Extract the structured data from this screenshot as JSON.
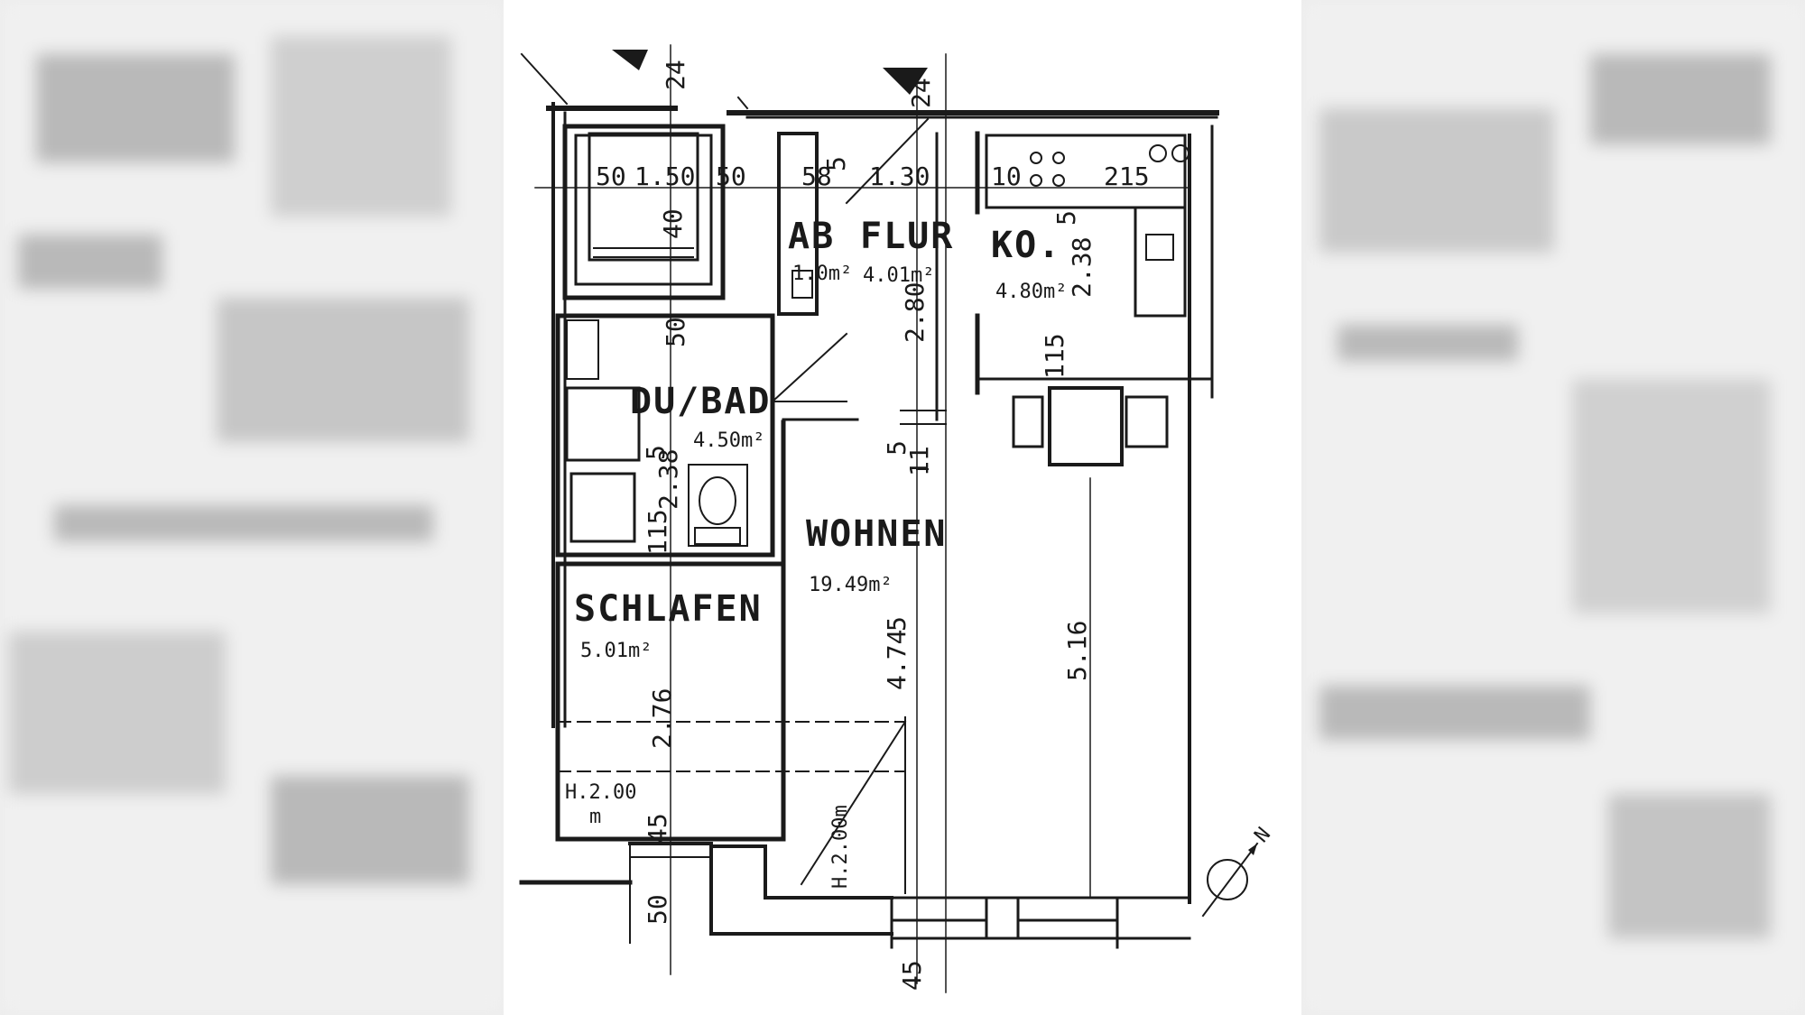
{
  "rooms": {
    "ab": {
      "label": "AB",
      "area": "1.0m²"
    },
    "flur": {
      "label": "FLUR",
      "area": "4.01m²"
    },
    "kochen": {
      "label": "KO.",
      "area": "4.80m²"
    },
    "bad": {
      "label": "DU/BAD",
      "area": "4.50m²"
    },
    "wohnen": {
      "label": "WOHNEN",
      "area": "19.49m²"
    },
    "schlafen": {
      "label": "SCHLAFEN",
      "area": "5.01m²"
    }
  },
  "dimensions": {
    "d_24_a": "24",
    "d_24_b": "24",
    "d_50_a": "50",
    "d_150": "1.50",
    "d_50_b": "50",
    "d_58": "58",
    "d_5_a": "5",
    "d_130": "1.30",
    "d_10": "10",
    "d_215": "215",
    "d_40": "40",
    "d_5_ko": "5",
    "d_238_ko": "2.38",
    "d_280": "2.80",
    "d_50_bad": "50",
    "d_115_right": "115",
    "d_5_bad": "5",
    "d_238_bad": "2.38",
    "d_115_bad": "115",
    "d_5_mid": "5",
    "d_11_mid": "11",
    "d_474": "4.74",
    "d_5_474": "5",
    "d_516": "5.16",
    "d_276": "2.76",
    "d_h200_a": "H.2.00",
    "d_m": "m",
    "d_45_a": "45",
    "d_h200_b": "H.2.00m",
    "d_50_bottom": "50",
    "d_45_bottom": "45"
  },
  "compass": {
    "label": "N"
  },
  "colors": {
    "ink": "#1a1a1a",
    "paper": "#ffffff",
    "background": "#ececec"
  }
}
